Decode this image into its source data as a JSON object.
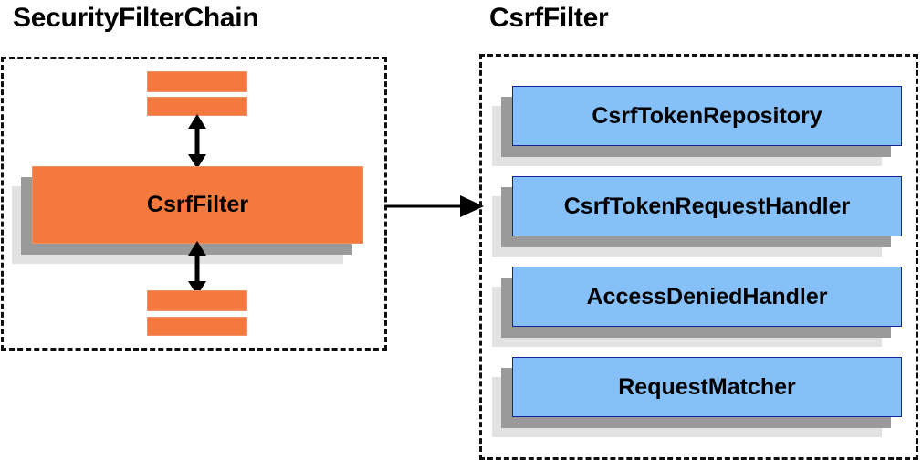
{
  "diagram": {
    "type": "component-relationship-diagram",
    "background": "#ffffff",
    "colors": {
      "orange_fill": "#f4793c",
      "orange_border": "#f09060",
      "blue_fill": "#85c0f9",
      "blue_border": "#14259b",
      "shadow_near": "#9a9a9a",
      "shadow_far": "#e2e2e2",
      "panel_border": "#101010",
      "text": "#000000"
    }
  },
  "panels": [
    {
      "id": "security-filter-chain",
      "title": "SecurityFilterChain",
      "border_style": "dashed"
    },
    {
      "id": "csrf-filter",
      "title": "CsrfFilter",
      "border_style": "dashed"
    }
  ],
  "left_panel": {
    "title": "SecurityFilterChain",
    "top_bars": [
      {
        "id": "top-bar-1",
        "label": ""
      },
      {
        "id": "top-bar-2",
        "label": ""
      }
    ],
    "center_node": {
      "id": "csrf-filter-node",
      "label": "CsrfFilter",
      "fill": "#f4793c"
    },
    "bottom_bars": [
      {
        "id": "bottom-bar-1",
        "label": ""
      },
      {
        "id": "bottom-bar-2",
        "label": ""
      }
    ],
    "arrows": [
      {
        "id": "arrow-above-csrffilter",
        "direction": "double-vertical"
      },
      {
        "id": "arrow-below-csrffilter",
        "direction": "double-vertical"
      }
    ]
  },
  "right_panel": {
    "title": "CsrfFilter",
    "collaborators": [
      {
        "id": "csrf-token-repository",
        "label": "CsrfTokenRepository",
        "fill": "#85c0f9"
      },
      {
        "id": "csrf-token-request-handler",
        "label": "CsrfTokenRequestHandler",
        "fill": "#85c0f9"
      },
      {
        "id": "access-denied-handler",
        "label": "AccessDeniedHandler",
        "fill": "#85c0f9"
      },
      {
        "id": "request-matcher",
        "label": "RequestMatcher",
        "fill": "#85c0f9"
      }
    ]
  },
  "connector": {
    "id": "expand-arrow",
    "direction": "right",
    "from": "security-filter-chain",
    "to": "csrf-filter",
    "label": ""
  }
}
